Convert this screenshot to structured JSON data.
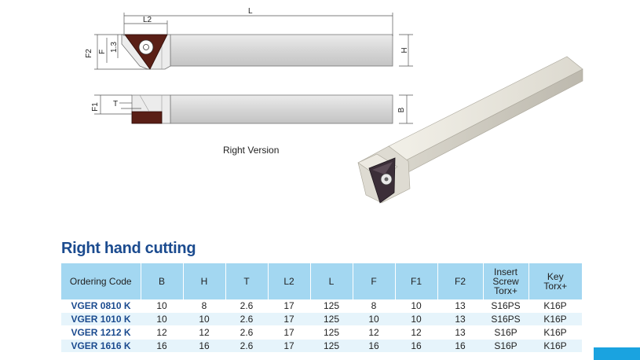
{
  "dimensions": {
    "L": "L",
    "L2": "L2",
    "F2": "F2",
    "F": "F",
    "d13": "1.3",
    "H": "H",
    "F1": "F1",
    "T": "T",
    "B": "B"
  },
  "caption": "Right Version",
  "section_title": "Right hand cutting",
  "table": {
    "headers": [
      "Ordering Code",
      "B",
      "H",
      "T",
      "L2",
      "L",
      "F",
      "F1",
      "F2",
      "Insert\nScrew\nTorx+",
      "Key\nTorx+"
    ],
    "rows": [
      [
        "VGER 0810 K",
        "10",
        "8",
        "2.6",
        "17",
        "125",
        "8",
        "10",
        "13",
        "S16PS",
        "K16P"
      ],
      [
        "VGER 1010 K",
        "10",
        "10",
        "2.6",
        "17",
        "125",
        "10",
        "10",
        "13",
        "S16PS",
        "K16P"
      ],
      [
        "VGER 1212 K",
        "12",
        "12",
        "2.6",
        "17",
        "125",
        "12",
        "12",
        "13",
        "S16P",
        "K16P"
      ],
      [
        "VGER 1616 K",
        "16",
        "16",
        "2.6",
        "17",
        "125",
        "16",
        "16",
        "16",
        "S16P",
        "K16P"
      ]
    ]
  },
  "colors": {
    "header_bg": "#a3d7f1",
    "title": "#1b4b8f",
    "accent": "#1aa3e0",
    "insert": "#5a1f16"
  }
}
